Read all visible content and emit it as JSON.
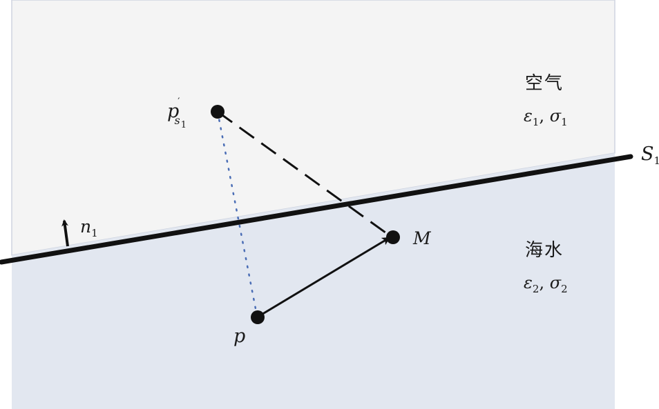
{
  "regions": {
    "air": {
      "name": "空气",
      "eps": "ε",
      "eps_sub": "1",
      "sep": ", ",
      "sigma": "σ",
      "sigma_sub": "1"
    },
    "water": {
      "name": "海水",
      "eps": "ε",
      "eps_sub": "2",
      "sep": ", ",
      "sigma": "σ",
      "sigma_sub": "2"
    }
  },
  "surface": {
    "name": "S",
    "sub": "1"
  },
  "normal": {
    "name": "n",
    "sub": "1"
  },
  "points": {
    "image_point": {
      "name": "p",
      "sup": "′",
      "sub": "s",
      "subsub": "1"
    },
    "source_point": {
      "name": "p"
    },
    "field_point": {
      "name": "M"
    }
  },
  "colors": {
    "air_fill": "#f4f4f4",
    "water_fill": "#e2e7f0",
    "border": "#cfd4e0",
    "line": "#111111",
    "dotted": "#4a6db5"
  }
}
